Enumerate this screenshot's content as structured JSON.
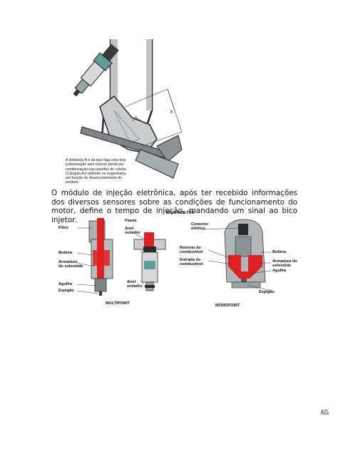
{
  "figure1": {
    "marks": {
      "b": "B",
      "a": "A"
    },
    "caption": [
      "A distância B é tal que haja uma boa",
      "pulverização sem ocorrer perda por",
      "condensação nas paredes do coletor.",
      "O ângulo A é definido no engenharia,",
      "em função do desenvolvimento do",
      "produto."
    ]
  },
  "body_text": "O módulo de injeção eletrônica, após ter recebido informações dos diversos sensores sobre as condições de funcionamento do motor, define o tempo de injeção, mandando um sinal ao bico injetor.",
  "figure2": {
    "title": "BICO INJETOR",
    "multipoint": {
      "caption": "MULTIPOINT",
      "labels": {
        "filtro": "Filtro",
        "bobina": "Bobina",
        "armadura": [
          "Armadura",
          "do solenóide"
        ],
        "agulha": "Agulha",
        "espigao": "Espigão",
        "flauta": "Flauta",
        "anel_top": [
          "Anel",
          "vedador"
        ],
        "anel_bottom": [
          "Anel",
          "vedador"
        ]
      }
    },
    "monopoint": {
      "caption": "MONOPOINT",
      "labels": {
        "conector": [
          "Conector",
          "elétrico"
        ],
        "retorno": [
          "Retorno do",
          "combustível"
        ],
        "entrada": [
          "Entrada do",
          "combustível"
        ],
        "bobina": "Bobina",
        "armadura": [
          "Armadura do",
          "solenóide"
        ],
        "agulha": "Agulha",
        "espigao": "Espigão"
      }
    }
  },
  "page_number": "65",
  "colors": {
    "fuel_red": "#e02020",
    "metal_gray": "#9aa3a6",
    "teal": "#5f9e98",
    "dark": "#2a2a2a"
  }
}
